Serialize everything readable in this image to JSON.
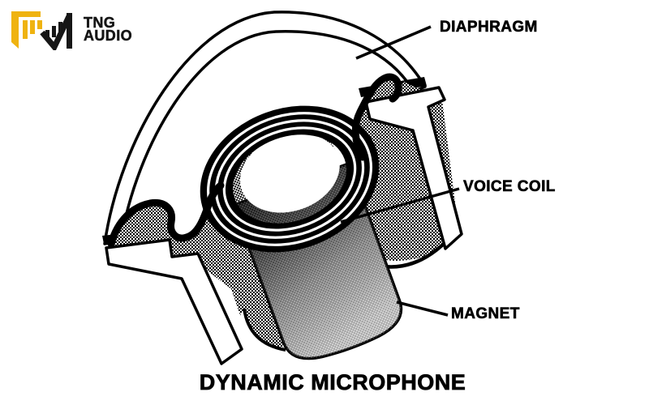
{
  "logo": {
    "icon": "tng-audio-equalizer-icon",
    "line1": "TNG",
    "line2": "AUDIO",
    "accent_color": "#EFB310",
    "ink_color": "#161616"
  },
  "diagram": {
    "name": "dynamic-microphone-cutaway",
    "labels": {
      "diaphragm": "DIAPHRAGM",
      "voice_coil": "VOICE COIL",
      "magnet": "MAGNET"
    }
  },
  "caption": {
    "title": "DYNAMIC MICROPHONE"
  },
  "colors": {
    "background": "#FFFFFF",
    "line": "#000000",
    "accent": "#EFB310"
  }
}
